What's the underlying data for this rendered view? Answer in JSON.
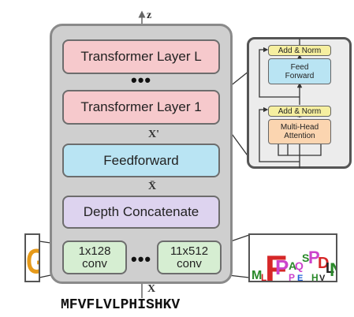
{
  "diagram": {
    "output_label": "z",
    "layers": {
      "top": "Transformer Layer L",
      "ellipsis": "•••",
      "bottom": "Transformer Layer 1"
    },
    "x_prime_label": "X'",
    "feedforward": "Feedforward",
    "x_bar_label": "X̄",
    "depth_concat": "Depth Concatenate",
    "convs": {
      "left": [
        "1x128",
        "conv"
      ],
      "ellipsis": "•••",
      "right": [
        "11x512",
        "conv"
      ]
    },
    "input_label": "X",
    "sequence": "MFVFLVLPHISHKV",
    "inset": {
      "add_norm_top": "Add & Norm",
      "feed_forward": [
        "Feed",
        "Forward"
      ],
      "add_norm_bottom": "Add & Norm",
      "attention": [
        "Multi-Head",
        "Attention"
      ]
    },
    "logo_left": "G",
    "logo_right_letters": "MFPAQSPPLN"
  },
  "colors": {
    "transformer": "#f6c9cc",
    "feedforward": "#b9e4f3",
    "depth_concat": "#ddd3ef",
    "conv": "#d6eed2",
    "add_norm": "#f6efa0",
    "attention": "#fbd5b0"
  }
}
